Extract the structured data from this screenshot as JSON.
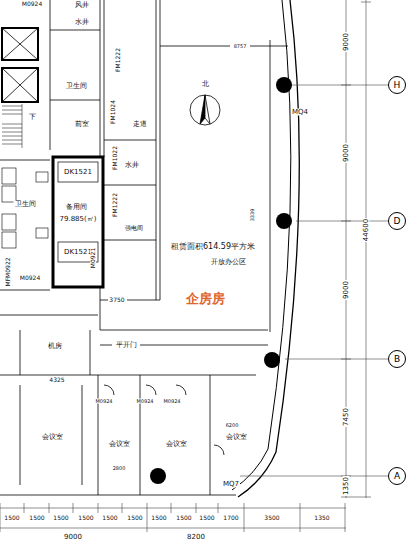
{
  "diagram": {
    "nodes": [
      {
        "text": [
          "H"
        ]
      },
      {
        "text": [
          "D"
        ]
      },
      {
        "text": [
          "B"
        ]
      },
      {
        "text": [
          "A"
        ]
      }
    ],
    "labels": [
      "M0924",
      "风井",
      "水井",
      "卫生间",
      "FM1222",
      "FM1024",
      "前室",
      "走道",
      "FM1022",
      "水井",
      "DK1521",
      "备用间",
      "79.885(㎡)",
      "DK1521",
      "强电间",
      "FM1222",
      "卫生间",
      "M0924",
      "MFM0922",
      "M0921",
      "下",
      "8757",
      "3339",
      "租赁面积614.59平方米",
      "开放办公区",
      "MQ4",
      "北",
      "3750",
      "平开门",
      "机房",
      "4325",
      "M0924",
      "M0924",
      "M0924",
      "会议室",
      "会议室",
      "会议室",
      "6200",
      "会议室",
      "2800",
      "MQ7",
      "企房房",
      "9000",
      "9000",
      "9000",
      "7450",
      "1350",
      "44600",
      "1500",
      "1500",
      "1500",
      "1500",
      "1500",
      "1500",
      "1500",
      "1500",
      "1500",
      "1700",
      "3500",
      "1350",
      "9000",
      "8200"
    ]
  }
}
